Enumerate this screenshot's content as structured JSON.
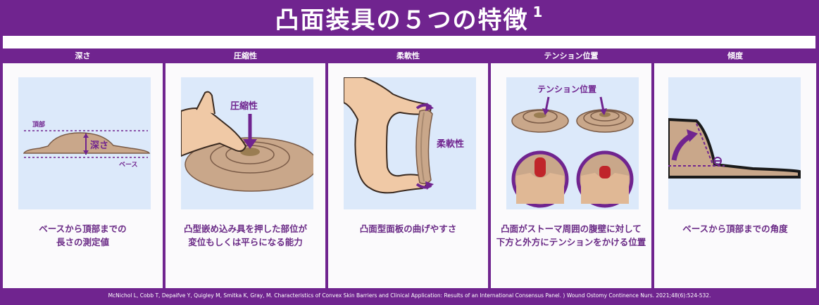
{
  "title": {
    "main": "凸面装具の５つの特徴",
    "superscript": "1"
  },
  "columns": [
    {
      "header": "深さ",
      "caption_lines": [
        "ベースから頂部までの",
        "長さの測定値"
      ],
      "labels": {
        "top": "頂部",
        "center": "深さ",
        "base": "ベース"
      }
    },
    {
      "header": "圧縮性",
      "caption_lines": [
        "凸型嵌め込み具を押した部位が",
        "変位もしくは平らになる能力"
      ],
      "labels": {
        "main": "圧縮性"
      }
    },
    {
      "header": "柔軟性",
      "caption_lines": [
        "凸面型面板の曲げやすさ"
      ],
      "labels": {
        "main": "柔軟性"
      }
    },
    {
      "header": "テンション位置",
      "caption_lines": [
        "凸面がストーマ周囲の腹壁に対して",
        "下方と外方にテンションをかける位置"
      ],
      "labels": {
        "main": "テンション位置"
      }
    },
    {
      "header": "傾度",
      "caption_lines": [
        "ベースから頂部までの角度"
      ],
      "labels": {}
    }
  ],
  "footer": "McNichol L, Cobb T, Depaifve Y, Quigley M, Smitka K, Gray, M. Characteristics of Convex Skin Barriers and Clinical Application: Results of an International Consensus Panel. ) Wound Ostomy Continence Nurs. 2021;48(6):524-532.",
  "colors": {
    "purple": "#70248f",
    "light_blue": "#dce9fa",
    "skin_tan": "#c9a78a",
    "panel_bg": "#fbfafc",
    "accent_red": "#c0252a"
  }
}
